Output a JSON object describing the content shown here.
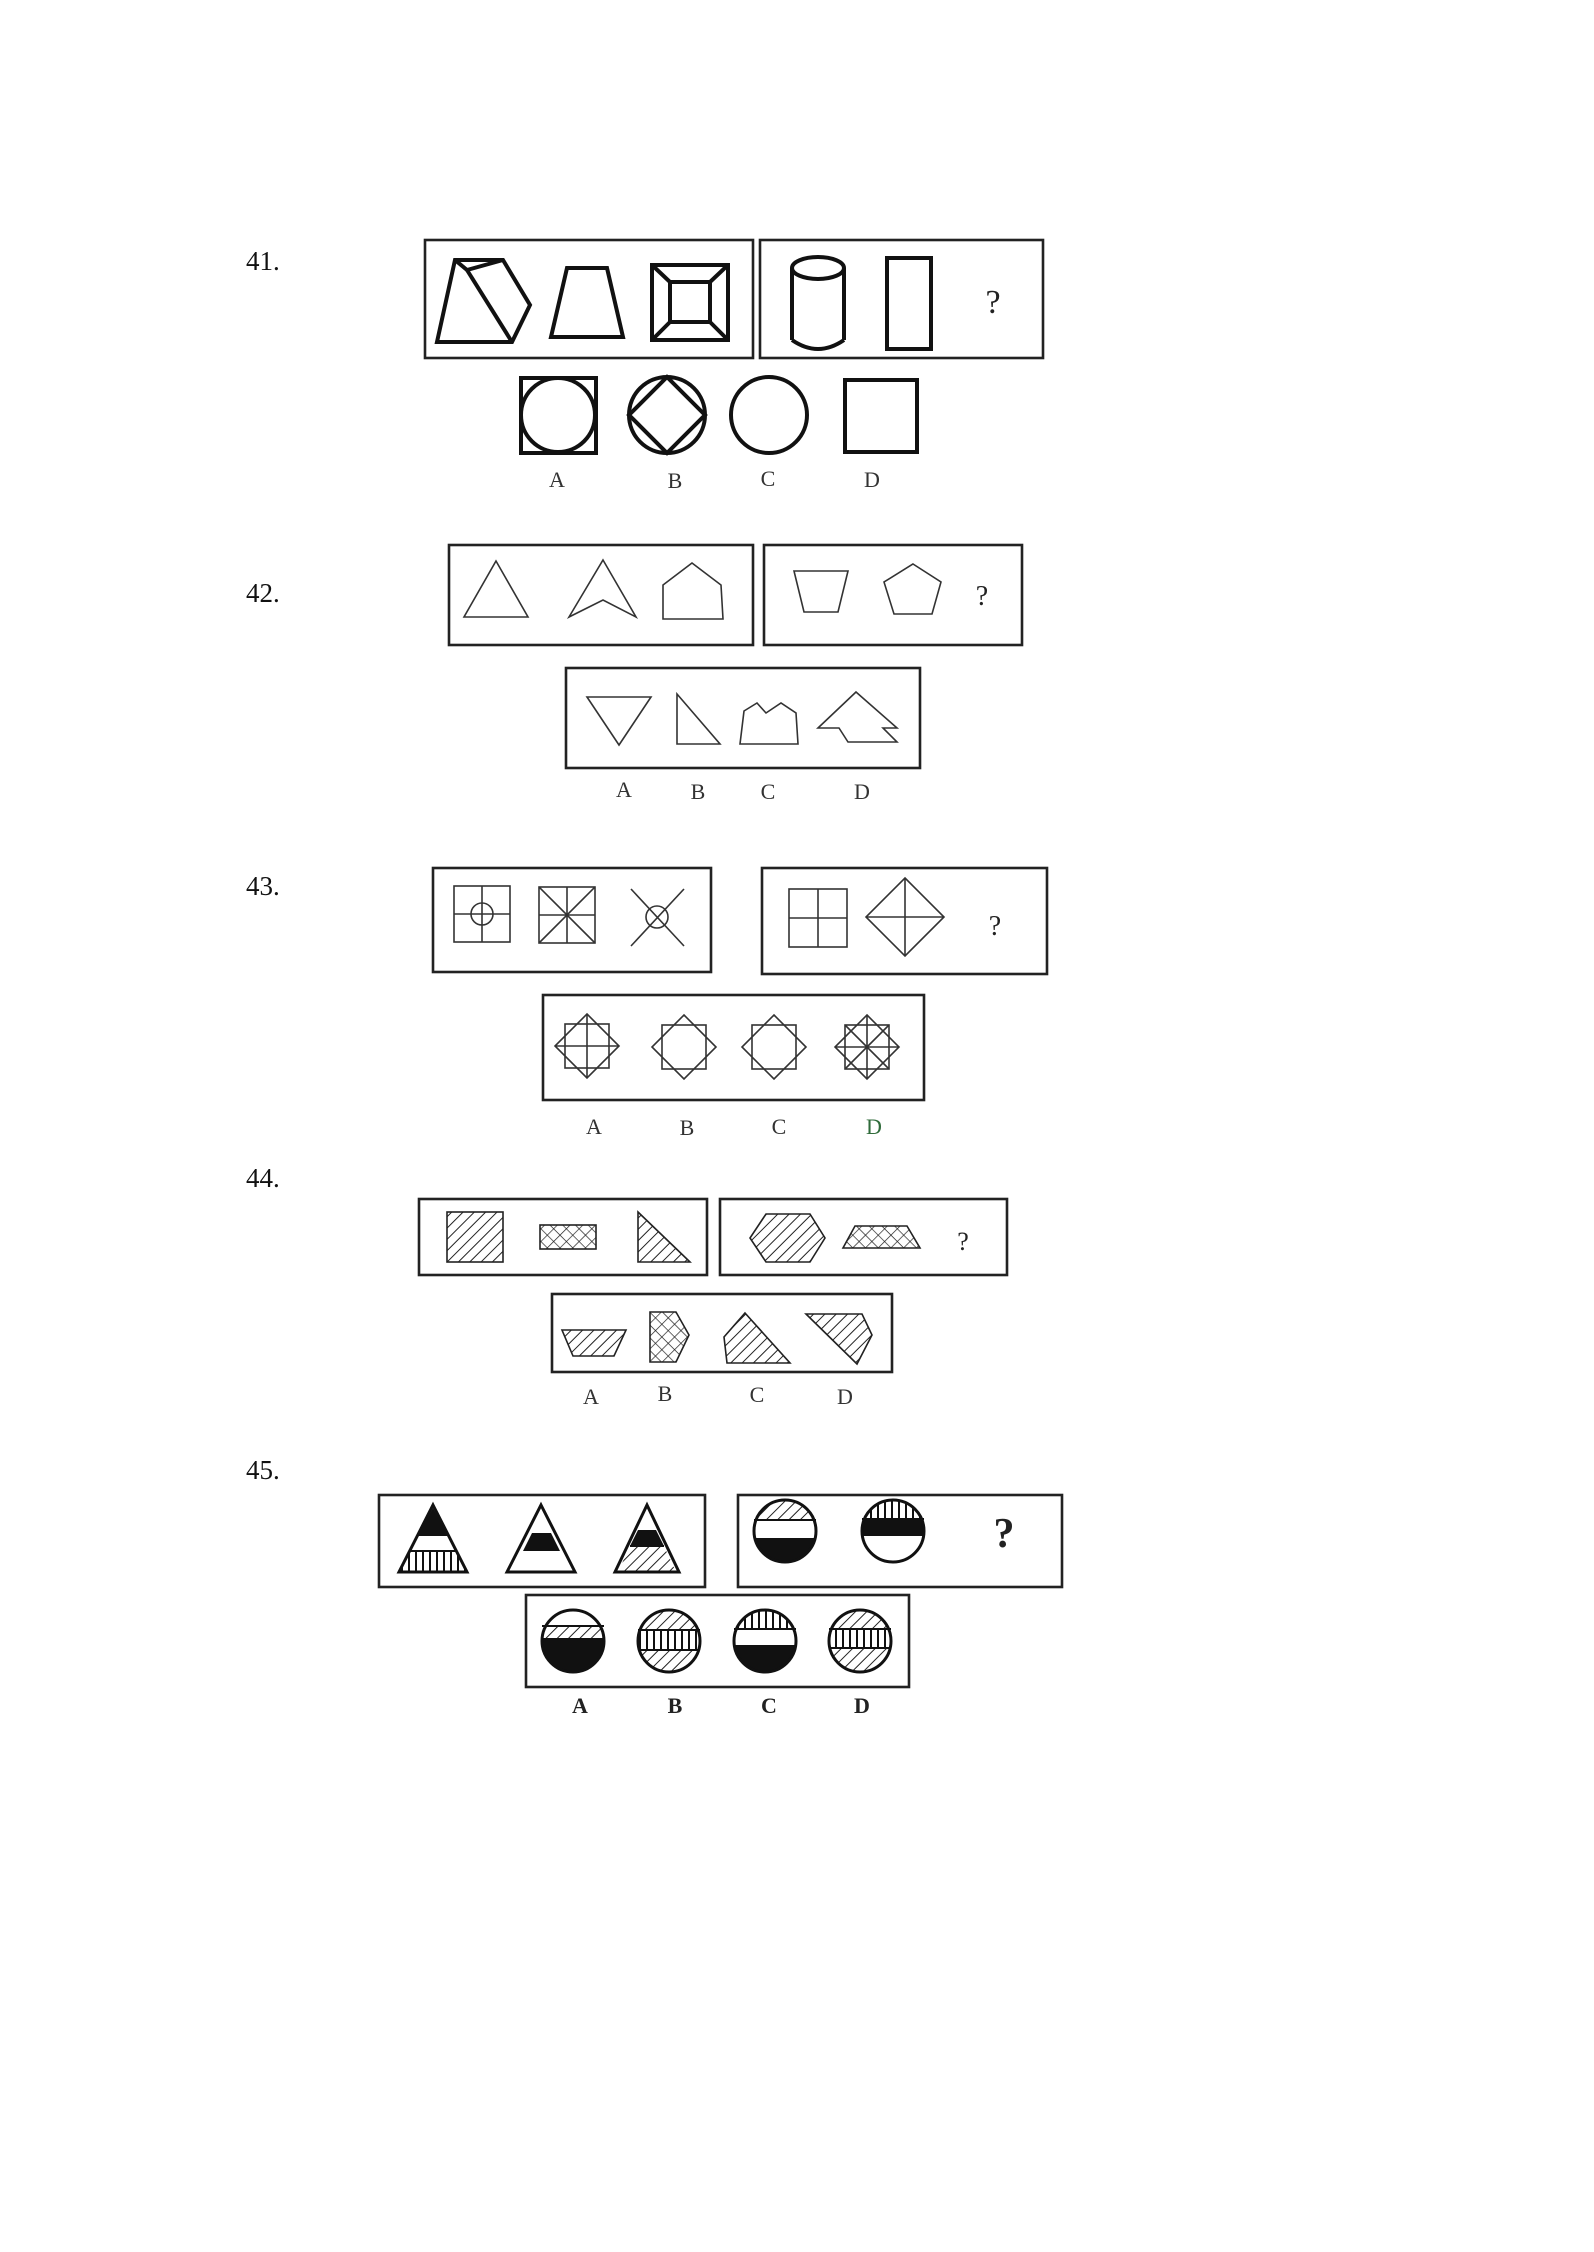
{
  "questions": [
    {
      "number": "41.",
      "question_mark": "?",
      "options": [
        "A",
        "B",
        "C",
        "D"
      ]
    },
    {
      "number": "42.",
      "question_mark": "?",
      "options": [
        "A",
        "B",
        "C",
        "D"
      ]
    },
    {
      "number": "43.",
      "question_mark": "?",
      "options": [
        "A",
        "B",
        "C",
        "D"
      ]
    },
    {
      "number": "44.",
      "question_mark": "?",
      "options": [
        "A",
        "B",
        "C",
        "D"
      ]
    },
    {
      "number": "45.",
      "question_mark": "?",
      "options": [
        "A",
        "B",
        "C",
        "D"
      ]
    }
  ],
  "colors": {
    "ink": "#111111",
    "option_d_q43": "#2f6b3a"
  }
}
